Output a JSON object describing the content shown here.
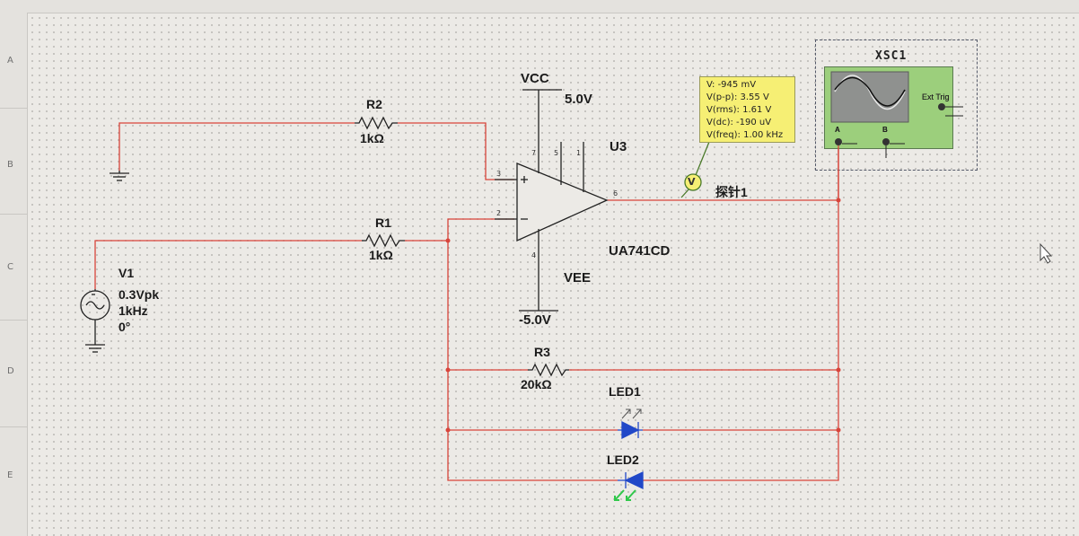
{
  "ruler": {
    "rows": [
      "A",
      "B",
      "C",
      "D",
      "E"
    ]
  },
  "components": {
    "vcc": {
      "name": "VCC",
      "value": "5.0V"
    },
    "vee": {
      "name": "VEE",
      "value": "-5.0V"
    },
    "r2": {
      "name": "R2",
      "value": "1kΩ"
    },
    "r1": {
      "name": "R1",
      "value": "1kΩ"
    },
    "r3": {
      "name": "R3",
      "value": "20kΩ"
    },
    "v1": {
      "name": "V1",
      "amplitude": "0.3Vpk",
      "frequency": "1kHz",
      "phase": "0°"
    },
    "u3": {
      "name": "U3",
      "part": "UA741CD",
      "pins": {
        "p3": "3",
        "p2": "2",
        "p7": "7",
        "p5": "5",
        "p1": "1",
        "p6": "6",
        "p4": "4"
      }
    },
    "led1": {
      "name": "LED1"
    },
    "led2": {
      "name": "LED2"
    },
    "probe": {
      "label": "探针1",
      "symbol": "V",
      "readings": [
        "V: -945 mV",
        "V(p-p): 3.55 V",
        "V(rms): 1.61 V",
        "V(dc): -190 uV",
        "V(freq): 1.00 kHz"
      ]
    },
    "xsc1": {
      "name": "XSC1",
      "ext_trig": "Ext Trig",
      "channel_a": "A",
      "channel_b": "B"
    }
  },
  "colors": {
    "wire": "#d8443b",
    "led1": "#2148c8",
    "led2": "#2148c8",
    "led2_arrows": "#2fc84a",
    "probe_bg": "#f6ef74",
    "scope_body": "#9ccf7c"
  },
  "icons": [
    "ground-icon",
    "ac-source-icon",
    "resistor-icon",
    "opamp-icon",
    "led-icon",
    "voltage-probe-icon",
    "oscilloscope-icon",
    "mouse-pointer-icon"
  ]
}
